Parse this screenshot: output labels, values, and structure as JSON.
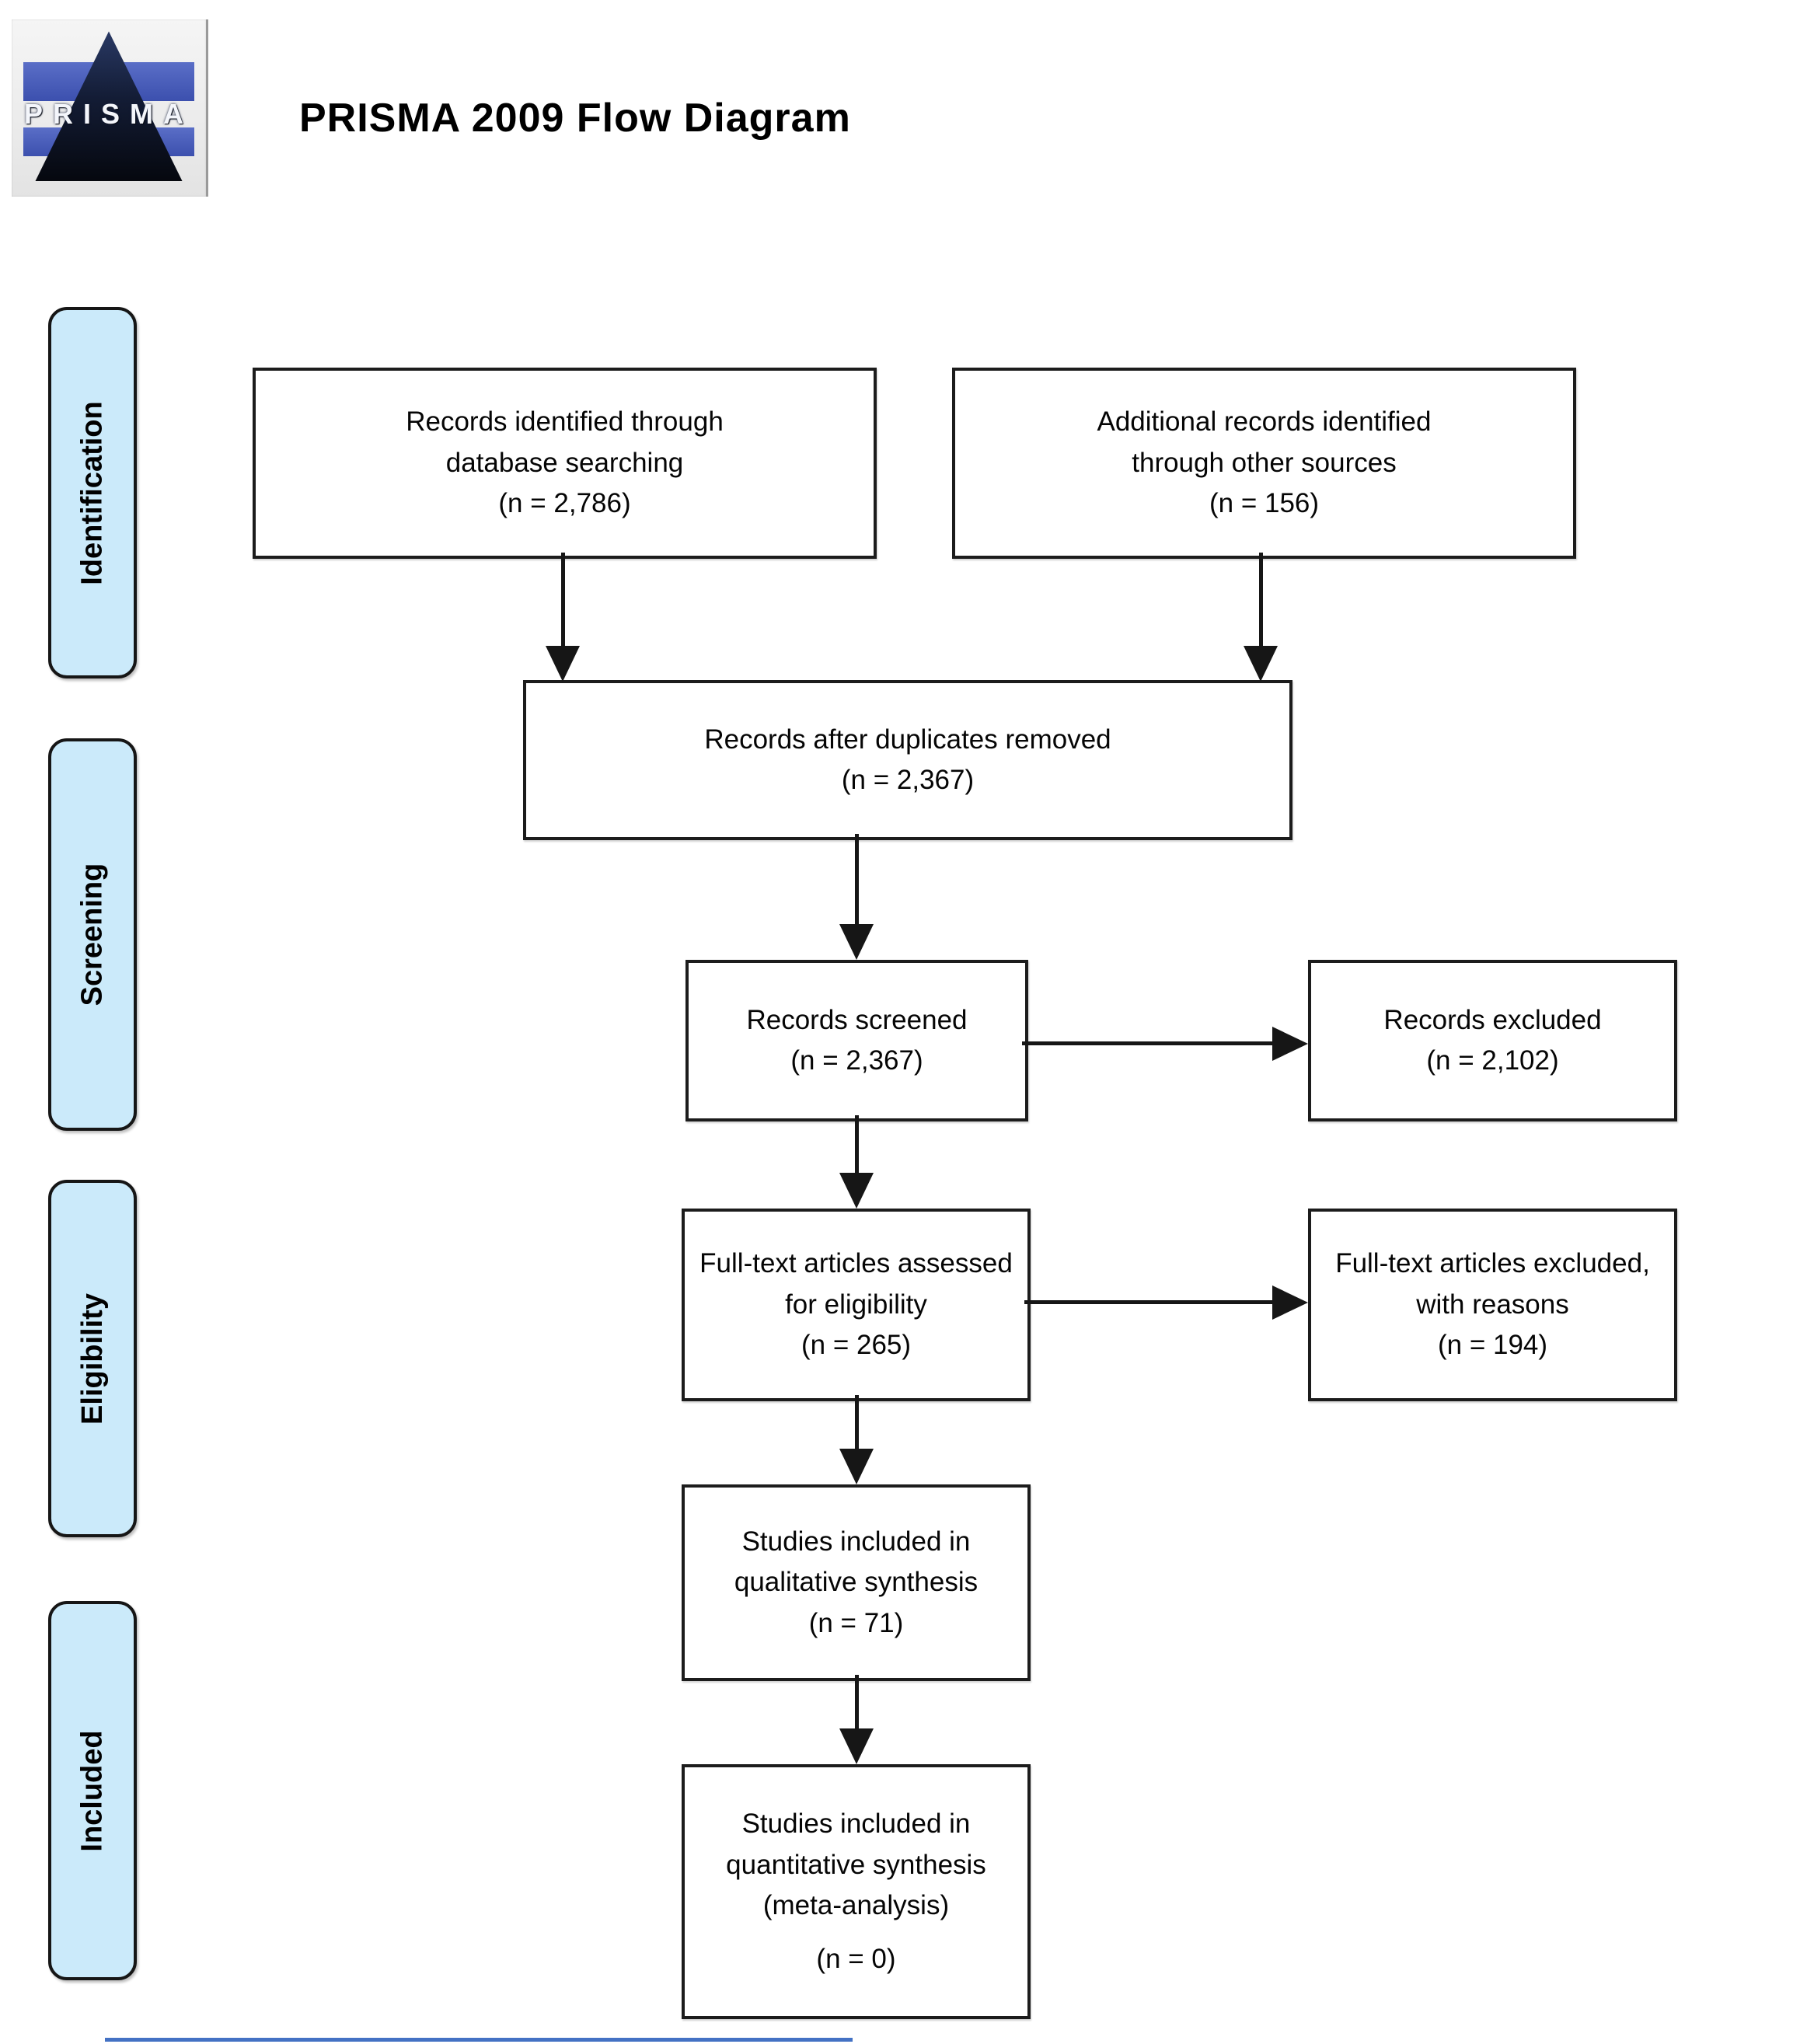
{
  "header": {
    "logo_text": "PRISMA",
    "title": "PRISMA 2009 Flow Diagram"
  },
  "stages": [
    {
      "label": "Identification"
    },
    {
      "label": "Screening"
    },
    {
      "label": "Eligibility"
    },
    {
      "label": "Included"
    }
  ],
  "flow": {
    "boxes": [
      {
        "id": "records-identified-database",
        "label": "Records identified through\ndatabase searching",
        "n": "(n = 2,786)"
      },
      {
        "id": "additional-records-other-sources",
        "label": "Additional records identified\nthrough other sources",
        "n": "(n = 156)"
      },
      {
        "id": "records-after-duplicates-removed",
        "label": "Records after duplicates removed",
        "n": "(n = 2,367)"
      },
      {
        "id": "records-screened",
        "label": "Records screened",
        "n": "(n = 2,367)"
      },
      {
        "id": "records-excluded",
        "label": "Records excluded",
        "n": "(n = 2,102)"
      },
      {
        "id": "fulltext-assessed",
        "label": "Full-text articles assessed\nfor eligibility",
        "n": "(n = 265)"
      },
      {
        "id": "fulltext-excluded",
        "label": "Full-text articles excluded,\nwith reasons",
        "n": "(n = 194)"
      },
      {
        "id": "included-qualitative",
        "label": "Studies included in\nqualitative synthesis",
        "n": "(n = 71)"
      },
      {
        "id": "included-quantitative",
        "label": "Studies included in\nquantitative synthesis\n(meta-analysis)",
        "n": "(n = 0)"
      }
    ]
  },
  "colors": {
    "stage_fill": "#cbeafa",
    "box_border": "#1c1c1c",
    "logo_blue": "#3c50ae",
    "accent_line": "#4472c4"
  }
}
